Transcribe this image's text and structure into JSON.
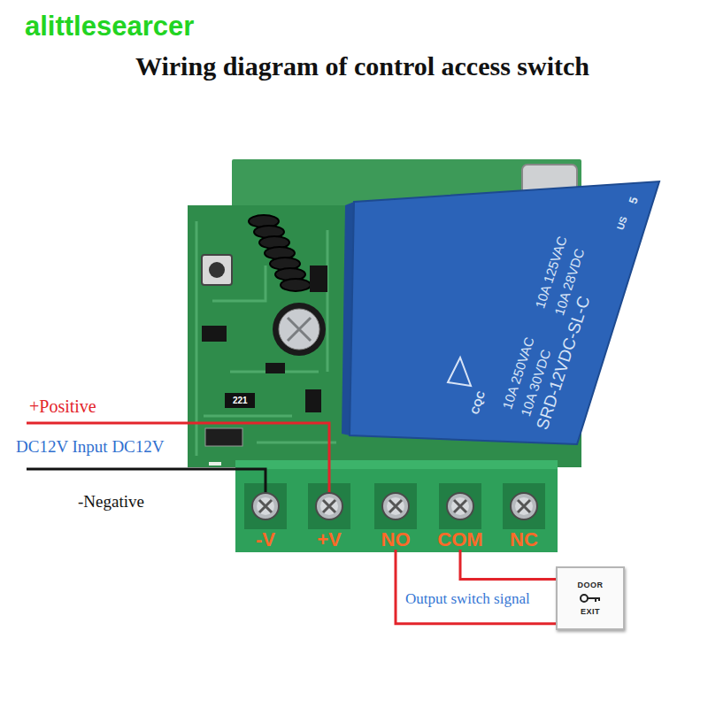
{
  "diagram": {
    "title": "Wiring diagram of control access switch",
    "nodes": [
      {
        "text": [
          "-V"
        ]
      },
      {
        "text": [
          "+V"
        ]
      },
      {
        "text": [
          "NO"
        ]
      },
      {
        "text": [
          "COM"
        ]
      },
      {
        "text": [
          "NC"
        ]
      },
      {
        "text": [
          "DOOR",
          "EXIT"
        ]
      }
    ],
    "edges": [
      {
        "from": 2,
        "to": 5,
        "arrow": "none"
      },
      {
        "from": 3,
        "to": 5,
        "arrow": "none"
      }
    ],
    "labels": [
      "alittlesearcer",
      "+Positive",
      "DC12V Input DC12V",
      "-Negative",
      "221",
      "5",
      "US",
      "10A 250VAC",
      "10A 125VAC",
      "10A 30VDC",
      "10A 28VDC",
      "SRD-12VDC-SL-C",
      "CQC",
      "Output switch signal"
    ]
  }
}
